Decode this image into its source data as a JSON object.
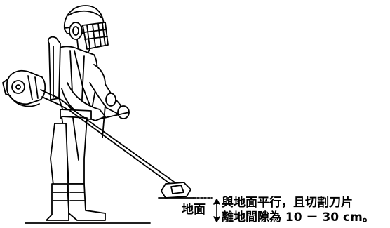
{
  "labels": {
    "ground": "地面",
    "note_line_1": "與地面平行，且切割刀片",
    "note_line_2": "離地間隙為 10 － 30 cm。"
  },
  "icons": {
    "figure": "operator-with-brush-cutter-illustration",
    "gap_arrow": "double-headed-arrow-icon"
  },
  "colors": {
    "ink": "#000000",
    "background": "#ffffff"
  }
}
